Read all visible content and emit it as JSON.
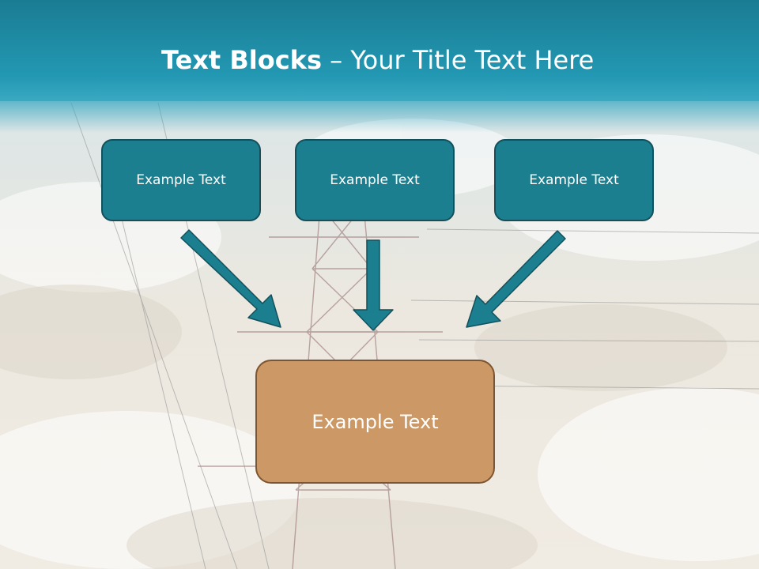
{
  "title": {
    "bold": "Text Blocks",
    "dash": " – ",
    "rest": "Your Title Text Here"
  },
  "boxes": {
    "left": "Example Text",
    "center": "Example Text",
    "right": "Example Text",
    "bottom": "Example Text"
  },
  "colors": {
    "header": "#2398b3",
    "box_fill": "#1b7f8f",
    "box_border": "#13505c",
    "arrow": "#1b7f8f",
    "bottom_fill": "#cb9866",
    "bottom_border": "#7d5530"
  },
  "icons": [
    "power-tower-photo",
    "arrow-down-right-icon",
    "arrow-down-icon",
    "arrow-down-left-icon"
  ]
}
